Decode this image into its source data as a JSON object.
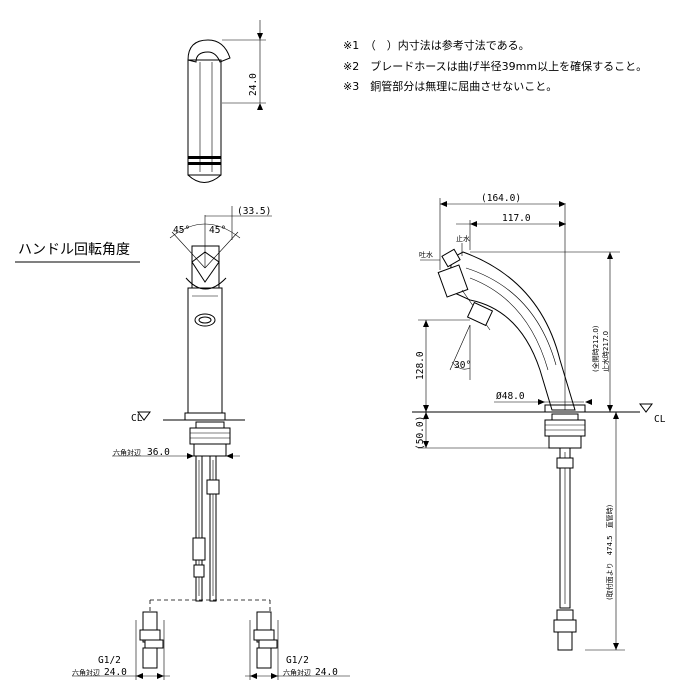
{
  "notes": [
    "※1　（　）内寸法は参考寸法である。",
    "※2　ブレードホースは曲げ半径39mm以上を確保すること。",
    "※3　銅管部分は無理に屈曲させないこと。"
  ],
  "labels": {
    "handle_rotation": "ハンドル回転角度",
    "spout_stop": "止水",
    "spout_flow": "吐水",
    "cl_left": "CL",
    "cl_right": "CL"
  },
  "dimensions": {
    "top_height": "24.0",
    "angle_left": "45°",
    "angle_right": "45°",
    "handle_offset": "(33.5)",
    "width_total": "(164.0)",
    "width_spout": "117.0",
    "height_full_open": "(全開時212.0)",
    "height_stop": "止水時217.0",
    "height_128": "128.0",
    "angle_30": "30°",
    "base_dia": "Ø48.0",
    "below_50": "(50.0)",
    "hex_36_prefix": "六角対辺",
    "hex_36_value": "36.0",
    "hose_length": "(取付面より　474.5　直管時)",
    "g_left": "G1/2",
    "g_right": "G1/2",
    "hex_24_prefix_left": "六角対辺",
    "hex_24_value_left": "24.0",
    "hex_24_prefix_right": "六角対辺",
    "hex_24_value_right": "24.0"
  }
}
